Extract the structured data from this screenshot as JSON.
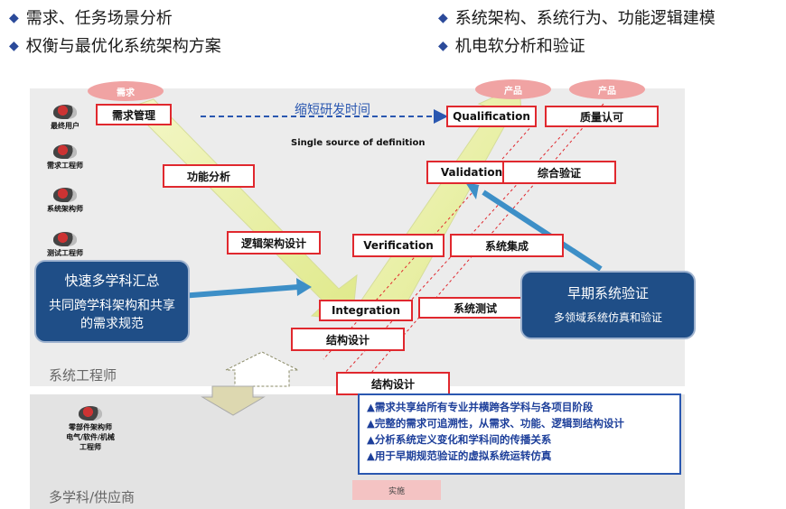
{
  "bullets": {
    "b1": "需求、任务场景分析",
    "b2": "权衡与最优化系统架构方案",
    "b3": "系统架构、系统行为、功能逻辑建模",
    "b4": "机电软分析和验证"
  },
  "ovals": {
    "demand": "需求",
    "product1": "产品",
    "product2": "产品"
  },
  "roles": {
    "end_user": "最终用户",
    "req_engineer": "需求工程师",
    "sys_architect": "系统架构师",
    "test_engineer": "测试工程师",
    "component": [
      "零部件架构师",
      "电气/软件/机械",
      "工程师"
    ]
  },
  "boxes": {
    "req_mgmt": "需求管理",
    "func_analysis": "功能分析",
    "logic_arch": "逻辑架构设计",
    "integration": "Integration",
    "struct_design_1": "结构设计",
    "struct_design_2": "结构设计",
    "sys_test": "系统测试",
    "verification": "Verification",
    "sys_integration": "系统集成",
    "validation": "Validation",
    "comprehensive_verify": "综合验证",
    "qualification": "Qualification",
    "quality_approval": "质量认可"
  },
  "shorten_label": "缩短研发时间",
  "single_source": "Single source of definition",
  "left_blue": {
    "title": "快速多学科汇总",
    "body": "共同跨学科架构和共享的需求规范"
  },
  "right_blue": {
    "title": "早期系统验证",
    "body": "多领域系统仿真和验证"
  },
  "notes": [
    "▲需求共享给所有专业并横跨各学科与各项目阶段",
    "▲完整的需求可追溯性，从需求、功能、逻辑到结构设计",
    "▲分析系统定义变化和学科间的传播关系",
    "▲用于早期规范验证的虚拟系统运转仿真"
  ],
  "lane_labels": {
    "systems": "系统工程师",
    "multi": "多学科/供应商"
  },
  "implement": "实施",
  "colors": {
    "red_border": "#e0282e",
    "blue_box": "#1f4e87",
    "arrow_green": "#e8f0a8",
    "dashed_blue": "#2a57b0"
  }
}
